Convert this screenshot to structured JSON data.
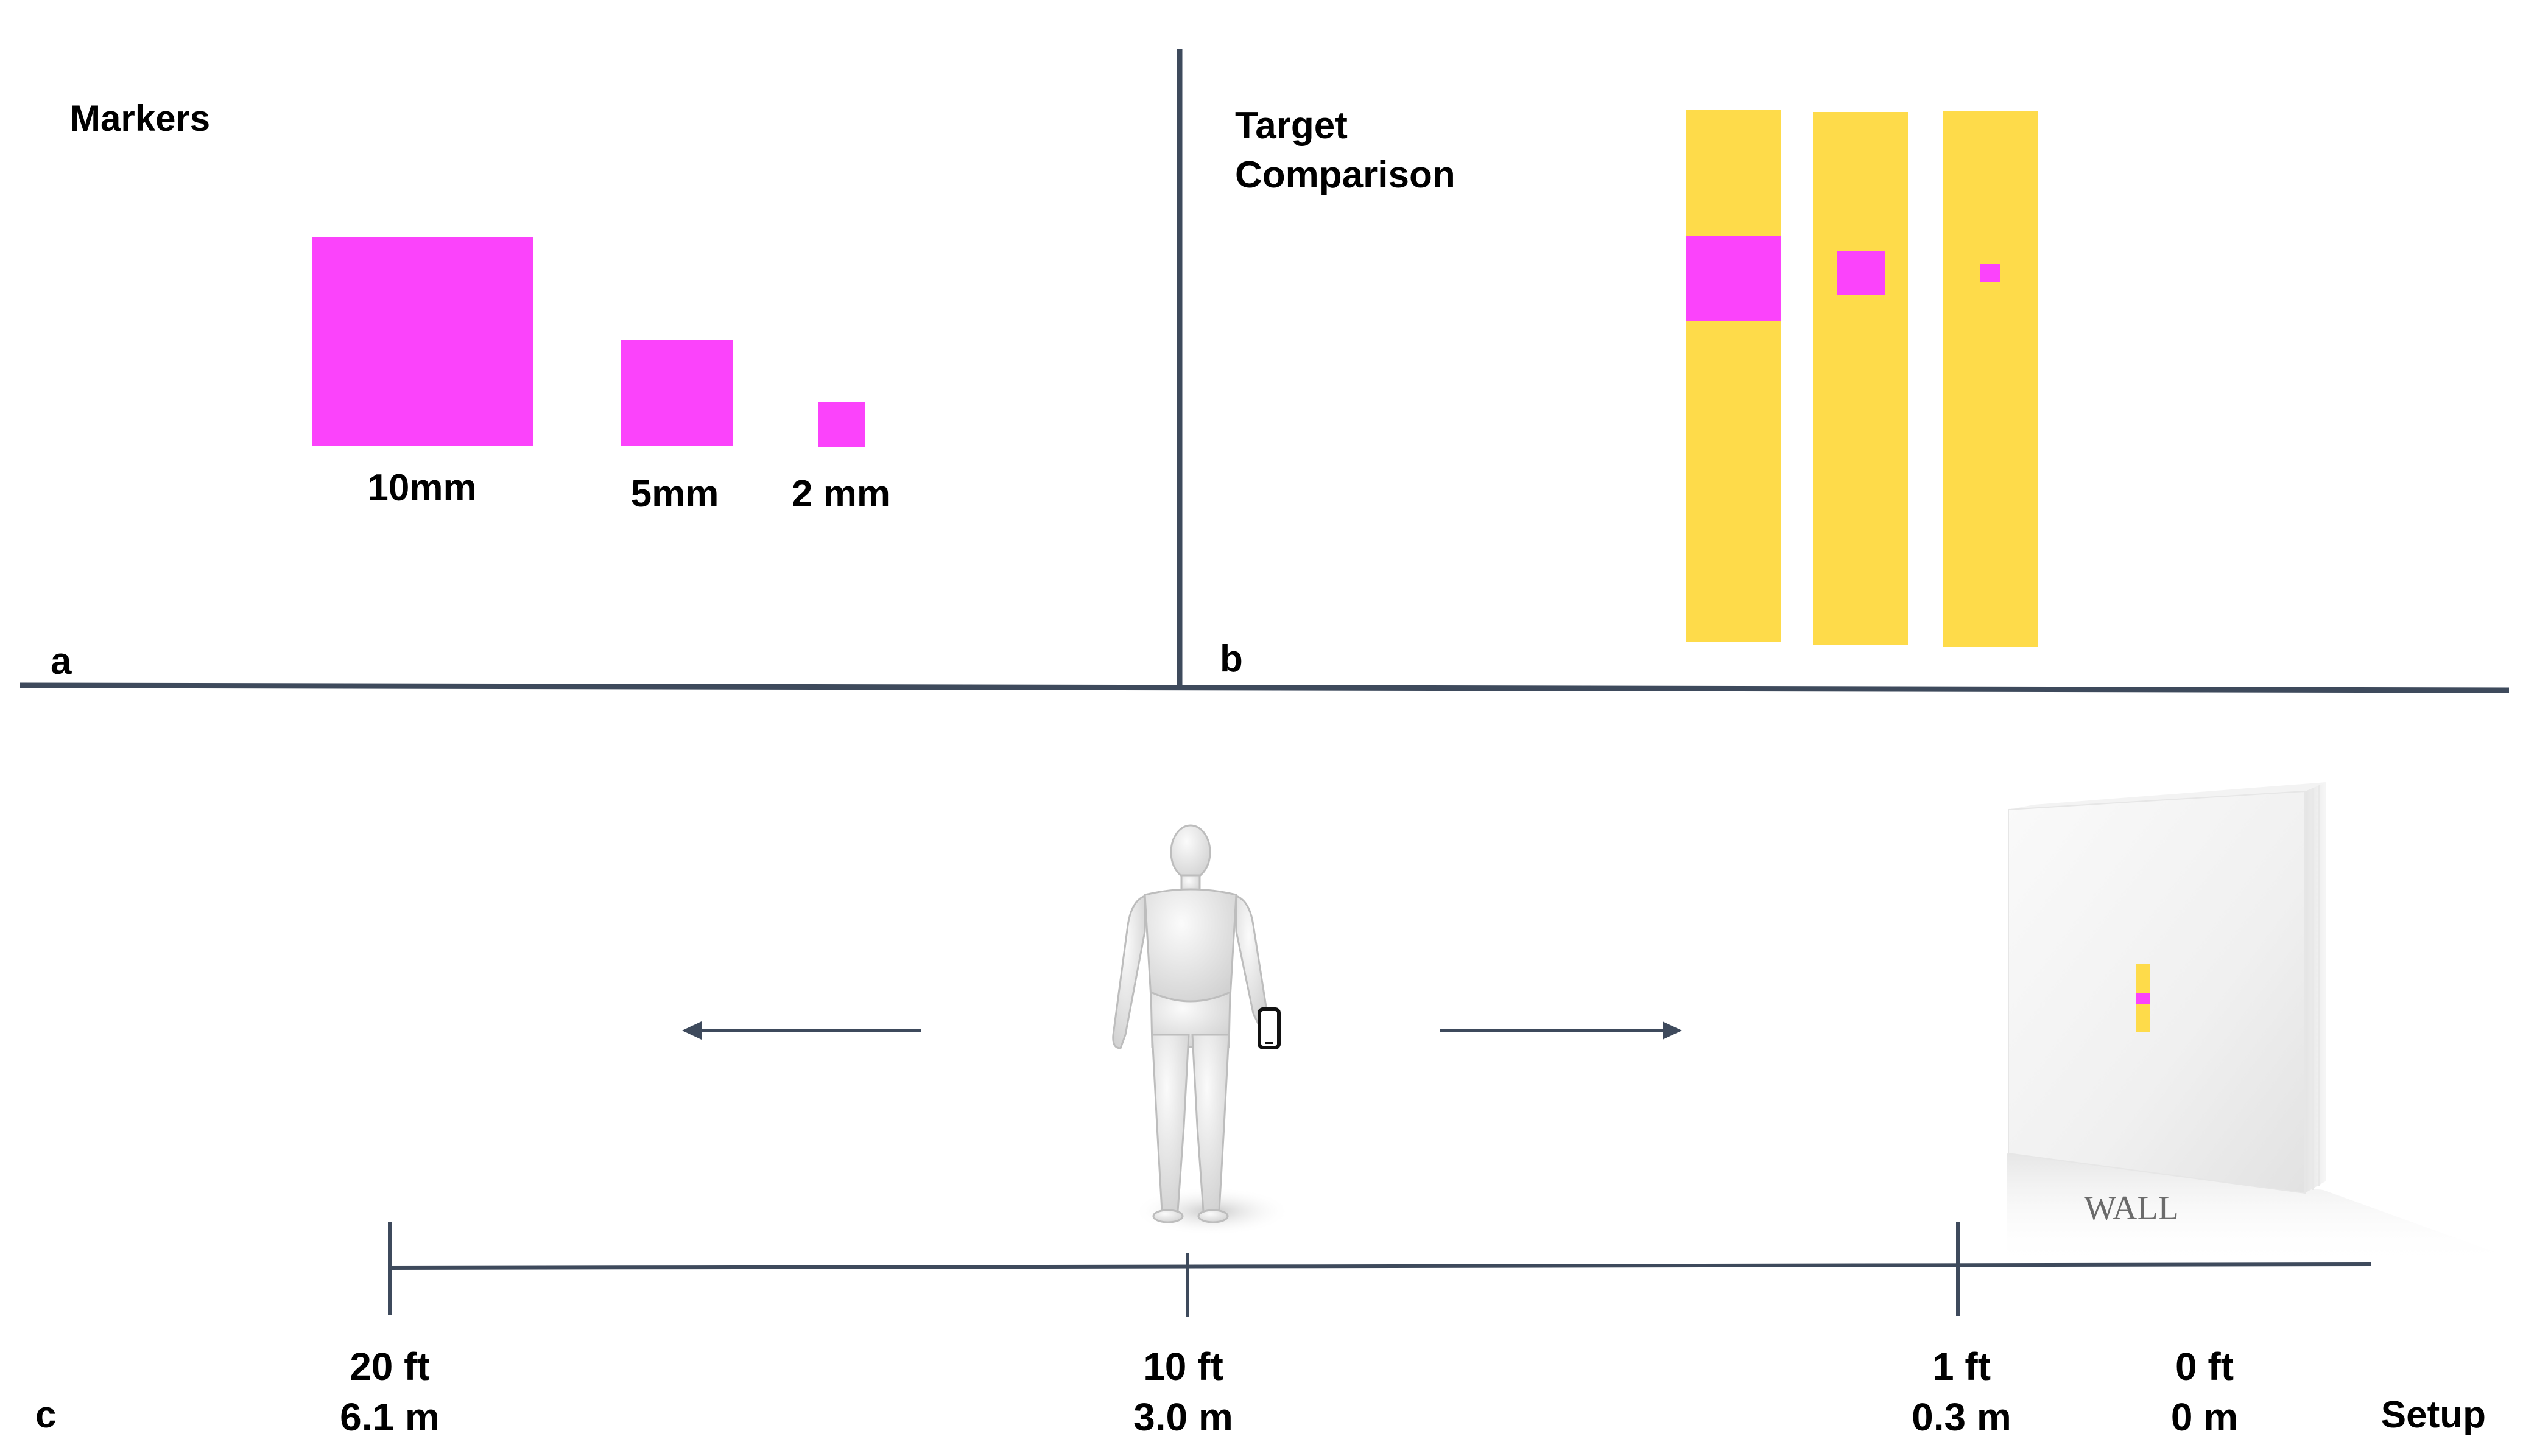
{
  "colors": {
    "marker": "#fb43fb",
    "target_strip": "#fedb4a",
    "divider": "#3e4a5c",
    "axis": "#3e4a5c",
    "text": "#000000",
    "wall_text": "#6b6b6b"
  },
  "panel_a": {
    "panel_letter": "a",
    "title": "Markers",
    "markers": [
      {
        "label": "10mm",
        "size_mm": 10
      },
      {
        "label": "5mm",
        "size_mm": 5
      },
      {
        "label": "2 mm",
        "size_mm": 2
      }
    ]
  },
  "panel_b": {
    "panel_letter": "b",
    "title_line1": "Target",
    "title_line2": "Comparison",
    "strips": [
      {
        "marker_size_mm": 10
      },
      {
        "marker_size_mm": 5
      },
      {
        "marker_size_mm": 2
      }
    ]
  },
  "panel_c": {
    "panel_letter": "c",
    "setup_label": "Setup",
    "wall_label": "WALL",
    "figure_icon": "person-holding-phone-icon",
    "left_arrow_icon": "arrow-left-icon",
    "right_arrow_icon": "arrow-right-icon",
    "distance_ticks": [
      {
        "ft": "20 ft",
        "m": "6.1 m",
        "value_ft": 20
      },
      {
        "ft": "10 ft",
        "m": "3.0 m",
        "value_ft": 10
      },
      {
        "ft": "1 ft",
        "m": "0.3 m",
        "value_ft": 1
      },
      {
        "ft": "0 ft",
        "m": "0 m",
        "value_ft": 0
      }
    ]
  }
}
